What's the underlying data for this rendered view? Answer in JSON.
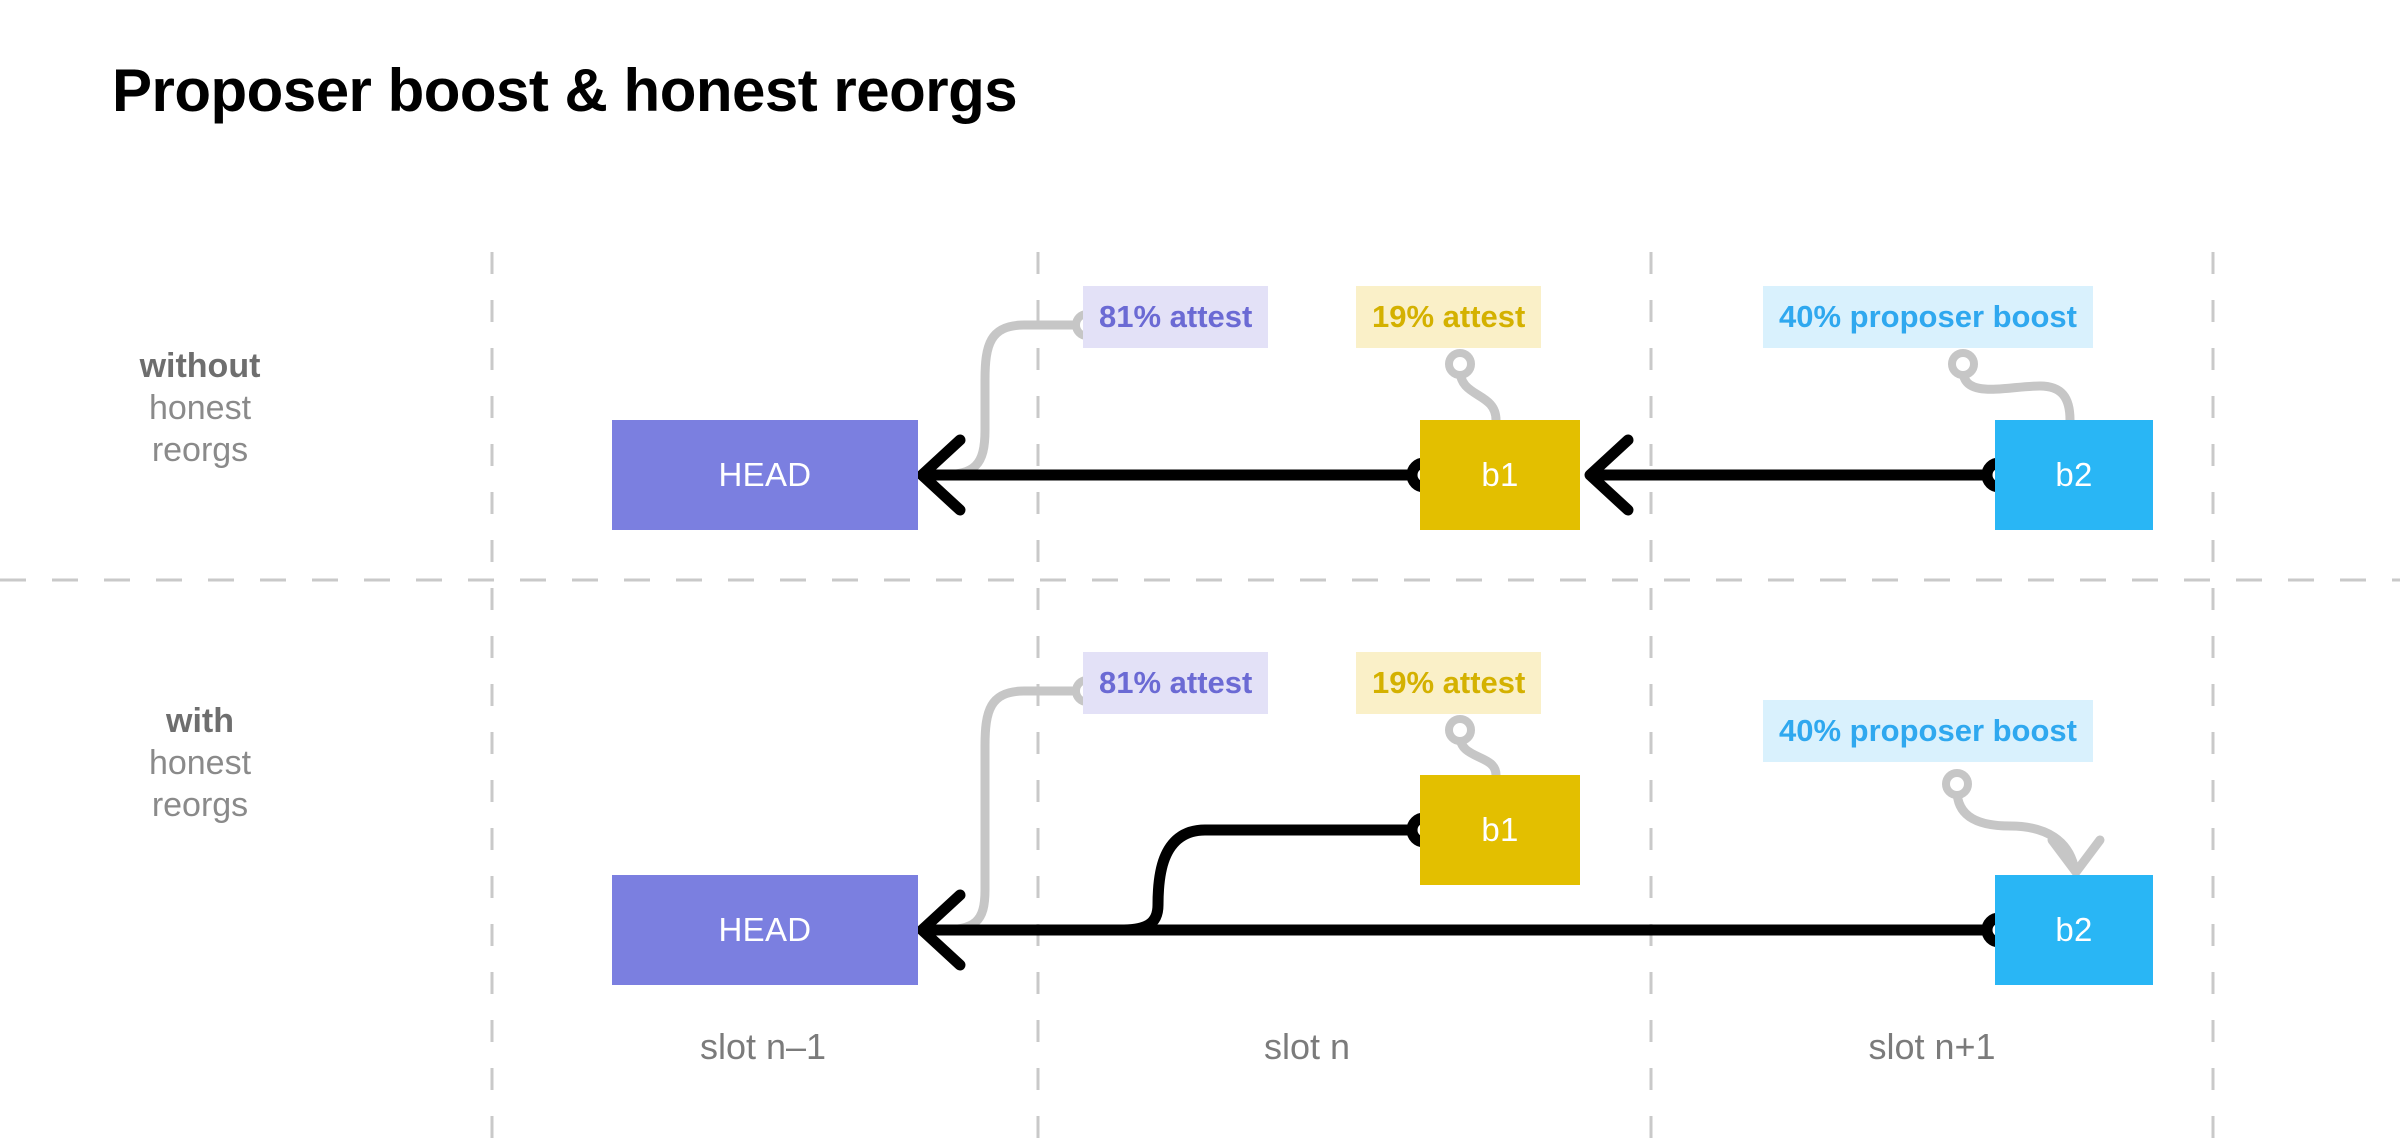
{
  "page": {
    "title": "Proposer boost & honest reorgs",
    "background": "#ffffff"
  },
  "colors": {
    "head_block": "#7b7fe0",
    "b1_block": "#e3bf00",
    "b2_block": "#29b6f5",
    "attest81_badge_bg": "#e3e1f7",
    "attest81_badge_text": "#6b6ad4",
    "attest19_badge_bg": "#faf0c8",
    "attest19_badge_text": "#d4b100",
    "boost40_badge_bg": "#d9f1fd",
    "boost40_badge_text": "#2fa8ef",
    "chain_line": "#000000",
    "leader_line": "#c6c6c6",
    "divider": "#c9c9c9",
    "label_text": "#7b7b7b"
  },
  "rows": [
    {
      "id": "without",
      "label_strong": "without",
      "label_line2": "honest",
      "label_line3": "reorgs",
      "blocks": [
        {
          "name": "head",
          "label": "HEAD"
        },
        {
          "name": "b1",
          "label": "b1"
        },
        {
          "name": "b2",
          "label": "b2"
        }
      ],
      "badges": [
        {
          "name": "attest81",
          "label": "81% attest"
        },
        {
          "name": "attest19",
          "label": "19% attest"
        },
        {
          "name": "boost40",
          "label": "40% proposer boost"
        }
      ]
    },
    {
      "id": "with",
      "label_strong": "with",
      "label_line2": "honest",
      "label_line3": "reorgs",
      "blocks": [
        {
          "name": "head",
          "label": "HEAD"
        },
        {
          "name": "b1",
          "label": "b1"
        },
        {
          "name": "b2",
          "label": "b2"
        }
      ],
      "badges": [
        {
          "name": "attest81",
          "label": "81% attest"
        },
        {
          "name": "attest19",
          "label": "19% attest"
        },
        {
          "name": "boost40",
          "label": "40% proposer boost"
        }
      ]
    }
  ],
  "slots": [
    {
      "label": "slot n–1"
    },
    {
      "label": "slot n"
    },
    {
      "label": "slot n+1"
    }
  ]
}
